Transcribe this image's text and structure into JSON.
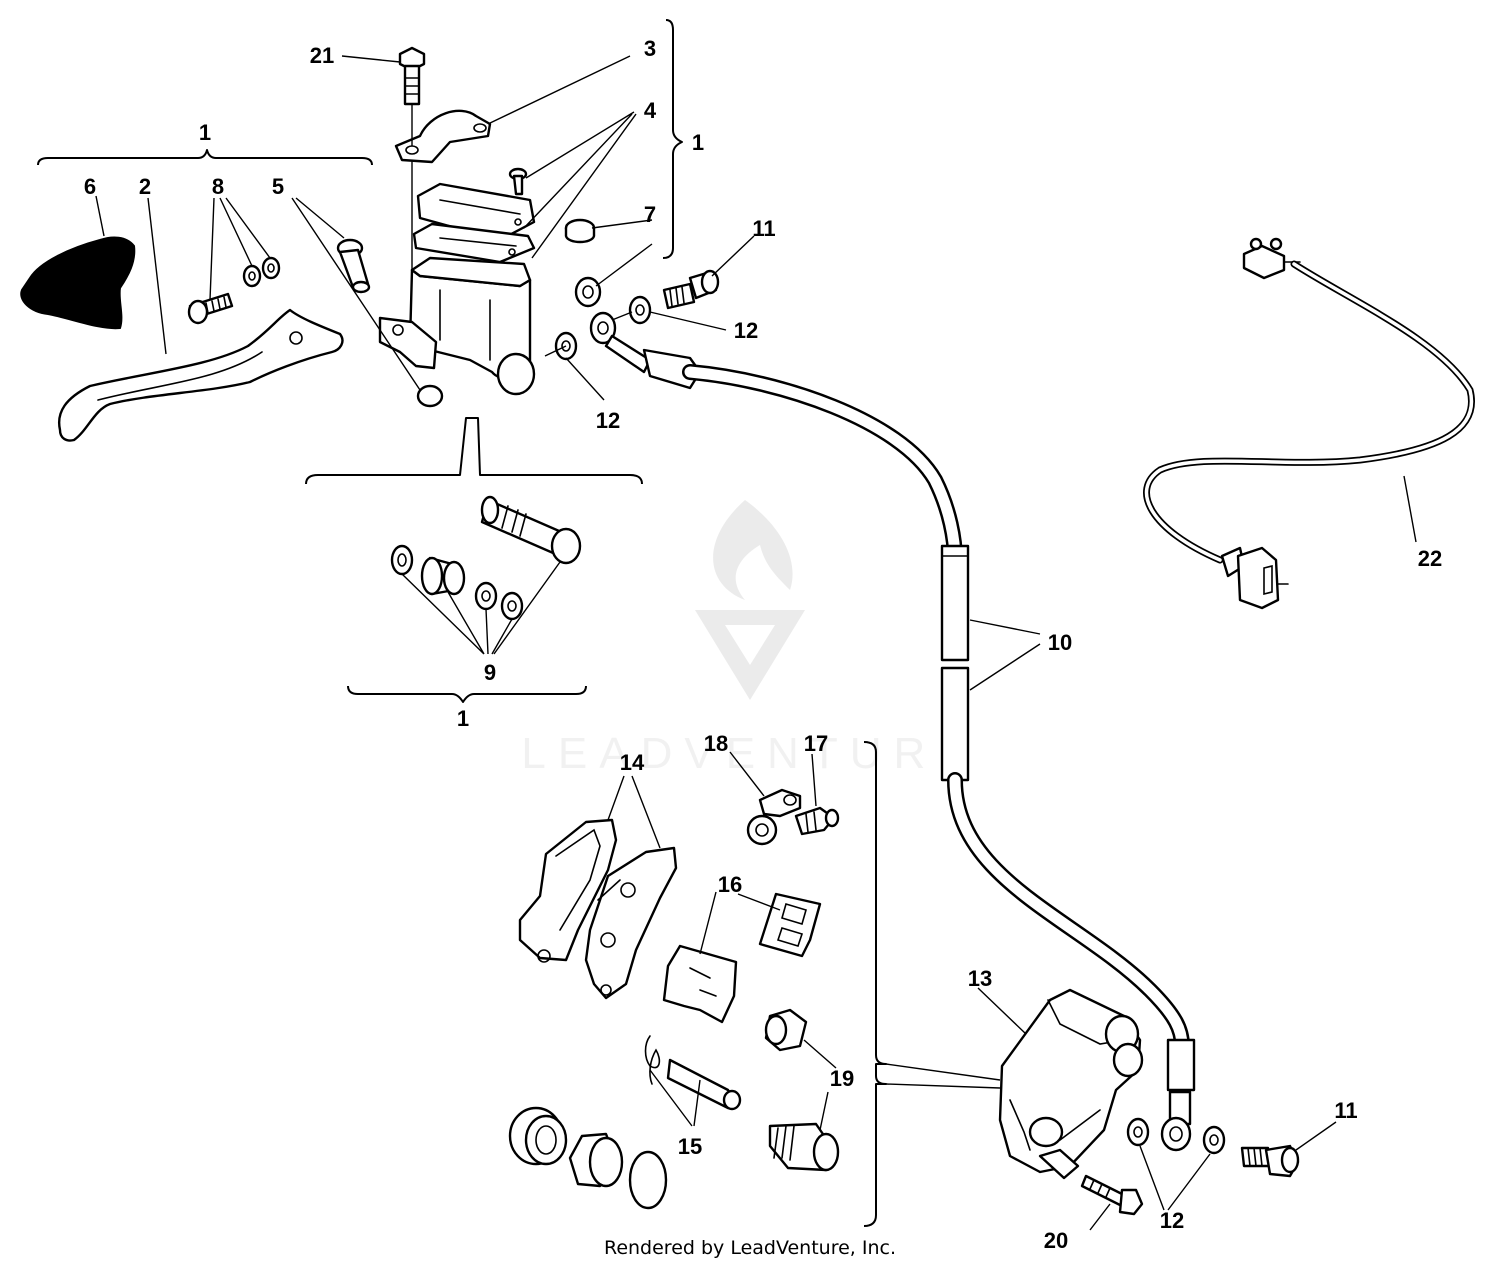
{
  "diagram": {
    "credit": "Rendered by LeadVenture, Inc.",
    "watermark": "LEADVENTURE",
    "callouts": [
      "21",
      "3",
      "4",
      "1",
      "7",
      "11",
      "12",
      "6",
      "2",
      "8",
      "5",
      "9",
      "10",
      "22",
      "18",
      "17",
      "14",
      "16",
      "13",
      "19",
      "15",
      "20"
    ]
  }
}
